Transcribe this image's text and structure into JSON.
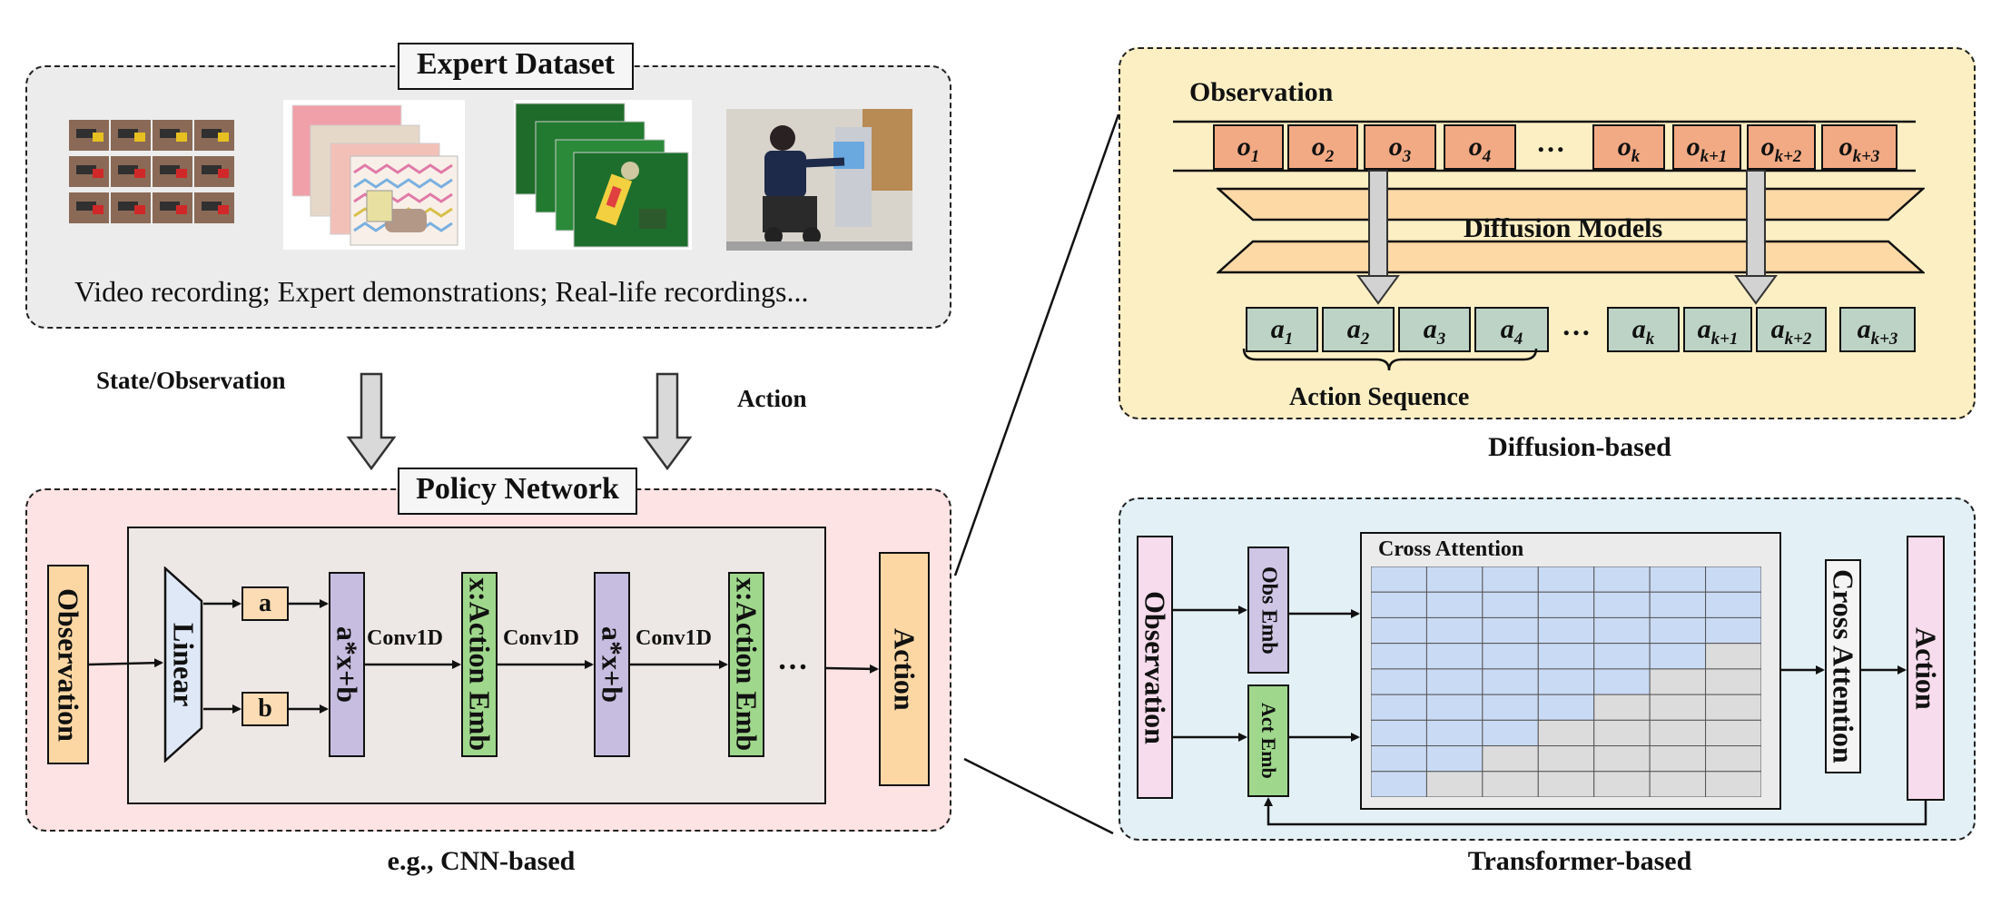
{
  "expert_dataset": {
    "title": "Expert Dataset",
    "caption": "Video recording; Expert demonstrations; Real-life recordings..."
  },
  "arrows": {
    "state_label": "State/Observation",
    "action_label": "Action"
  },
  "policy_network": {
    "title": "Policy Network",
    "caption": "e.g., CNN-based",
    "observation": "Observation",
    "linear": "Linear",
    "a": "a",
    "b": "b",
    "affine_1": "a*x+b",
    "conv_1": "Conv1D",
    "emb_1": "x:Action Emb",
    "conv_2": "Conv1D",
    "affine_2": "a*x+b",
    "conv_3": "Conv1D",
    "emb_2": "x:Action Emb",
    "ellipsis": "…",
    "action": "Action"
  },
  "diffusion": {
    "caption": "Diffusion-based",
    "observation_label": "Observation",
    "model_label": "Diffusion Models",
    "sequence_label": "Action Sequence",
    "ellipsis": "…",
    "obs_tokens": [
      {
        "base": "o",
        "sub": "1"
      },
      {
        "base": "o",
        "sub": "2"
      },
      {
        "base": "o",
        "sub": "3"
      },
      {
        "base": "o",
        "sub": "4"
      },
      {
        "base": "o",
        "sub": "k"
      },
      {
        "base": "o",
        "sub": "k+1"
      },
      {
        "base": "o",
        "sub": "k+2"
      },
      {
        "base": "o",
        "sub": "k+3"
      }
    ],
    "act_tokens": [
      {
        "base": "a",
        "sub": "1"
      },
      {
        "base": "a",
        "sub": "2"
      },
      {
        "base": "a",
        "sub": "3"
      },
      {
        "base": "a",
        "sub": "4"
      },
      {
        "base": "a",
        "sub": "k"
      },
      {
        "base": "a",
        "sub": "k+1"
      },
      {
        "base": "a",
        "sub": "k+2"
      },
      {
        "base": "a",
        "sub": "k+3"
      }
    ]
  },
  "transformer": {
    "caption": "Transformer-based",
    "observation": "Observation",
    "obs_emb": "Obs Emb",
    "act_emb": "Act Emb",
    "grid_title": "Cross Attention",
    "cross_attention": "Cross Attention",
    "action": "Action",
    "mask_colors": {
      "active": "#c9daf4",
      "masked": "#dcdcdc"
    }
  },
  "colors": {
    "expert_bg": "#ececec",
    "policy_bg": "#fde3e3",
    "inner_bg": "#ede7e5",
    "diffusion_bg": "#fdefc4",
    "transformer_bg": "#e3f1f6",
    "observation_fill": "#fcd7a4",
    "linear_fill": "#dfe8f6",
    "affine_fill": "#c7bde0",
    "emb_fill": "#9fd88c",
    "action_fill": "#fcd7a4",
    "trans_obs_fill": "#f6dcec",
    "band_fill": "#fdd9a6"
  }
}
